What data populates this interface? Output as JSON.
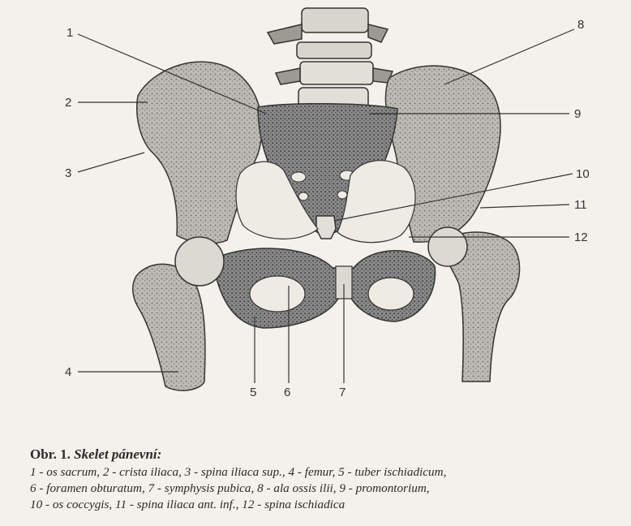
{
  "labels": [
    {
      "id": "1",
      "text": "1"
    },
    {
      "id": "2",
      "text": "2"
    },
    {
      "id": "3",
      "text": "3"
    },
    {
      "id": "4",
      "text": "4"
    },
    {
      "id": "5",
      "text": "5"
    },
    {
      "id": "6",
      "text": "6"
    },
    {
      "id": "7",
      "text": "7"
    },
    {
      "id": "8",
      "text": "8"
    },
    {
      "id": "9",
      "text": "9"
    },
    {
      "id": "10",
      "text": "10"
    },
    {
      "id": "11",
      "text": "11"
    },
    {
      "id": "12",
      "text": "12"
    }
  ],
  "caption": {
    "prefix": "Obr. 1.",
    "title": "Skelet pánevní:",
    "line1": "1 - os sacrum, 2 - crista iliaca, 3 - spina iliaca sup., 4 - femur, 5 - tuber ischiadicum,",
    "line2": "6 - foramen obturatum, 7 - symphysis pubica, 8 - ala ossis ilii, 9 - promontorium,",
    "line3": "10 - os coccygis, 11 - spina iliaca ant. inf., 12 - spina ischiadica"
  },
  "colors": {
    "paper": "#f4f1ec",
    "bone_shade": "#6e6e6e",
    "bone_light": "#d9d6d0",
    "line": "#333333"
  }
}
